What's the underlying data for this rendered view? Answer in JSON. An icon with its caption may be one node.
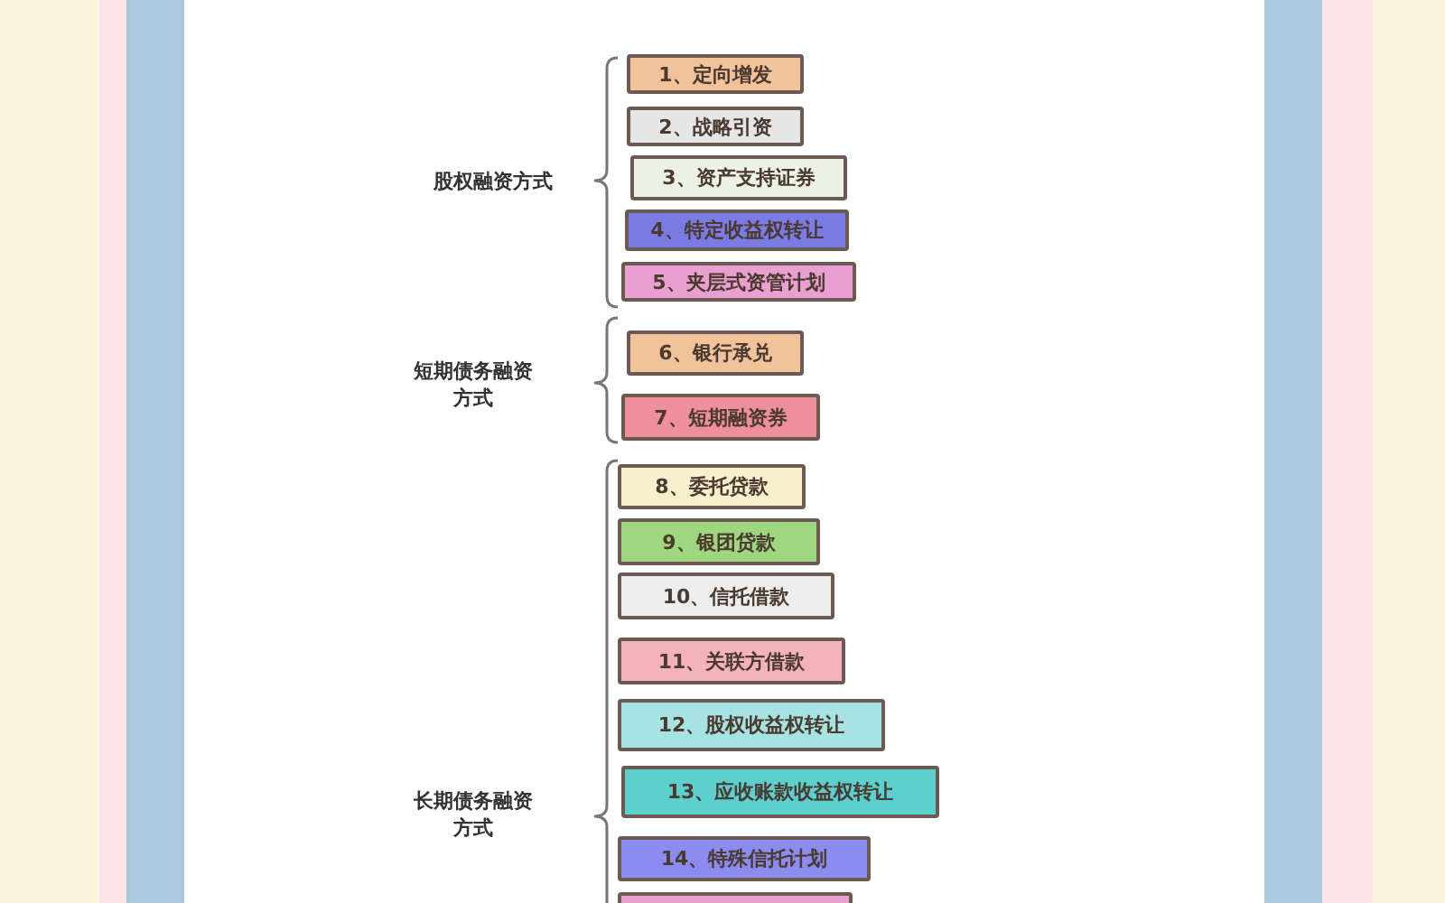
{
  "diagram": {
    "nodes": [
      {
        "text": [
          "1、定向增发"
        ]
      },
      {
        "text": [
          "2、战略引资"
        ]
      },
      {
        "text": [
          "3、资产支持证券"
        ]
      },
      {
        "text": [
          "4、特定收益权转让"
        ]
      },
      {
        "text": [
          "5、夹层式资管计划"
        ]
      },
      {
        "text": [
          "6、银行承兑"
        ]
      },
      {
        "text": [
          "7、短期融资券"
        ]
      },
      {
        "text": [
          "8、委托贷款"
        ]
      },
      {
        "text": [
          "9、银团贷款"
        ]
      },
      {
        "text": [
          "10、信托借款"
        ]
      },
      {
        "text": [
          "11、关联方借款"
        ]
      },
      {
        "text": [
          "12、股权收益权转让"
        ]
      },
      {
        "text": [
          "13、应收账款收益权转让"
        ]
      },
      {
        "text": [
          "14、特殊信托计划"
        ]
      },
      {
        "text": [],
        "shape": "box"
      }
    ],
    "edges": [],
    "labels": [
      "股权融资方式",
      "短期债务融资方式",
      "长期债务融资方式"
    ]
  }
}
